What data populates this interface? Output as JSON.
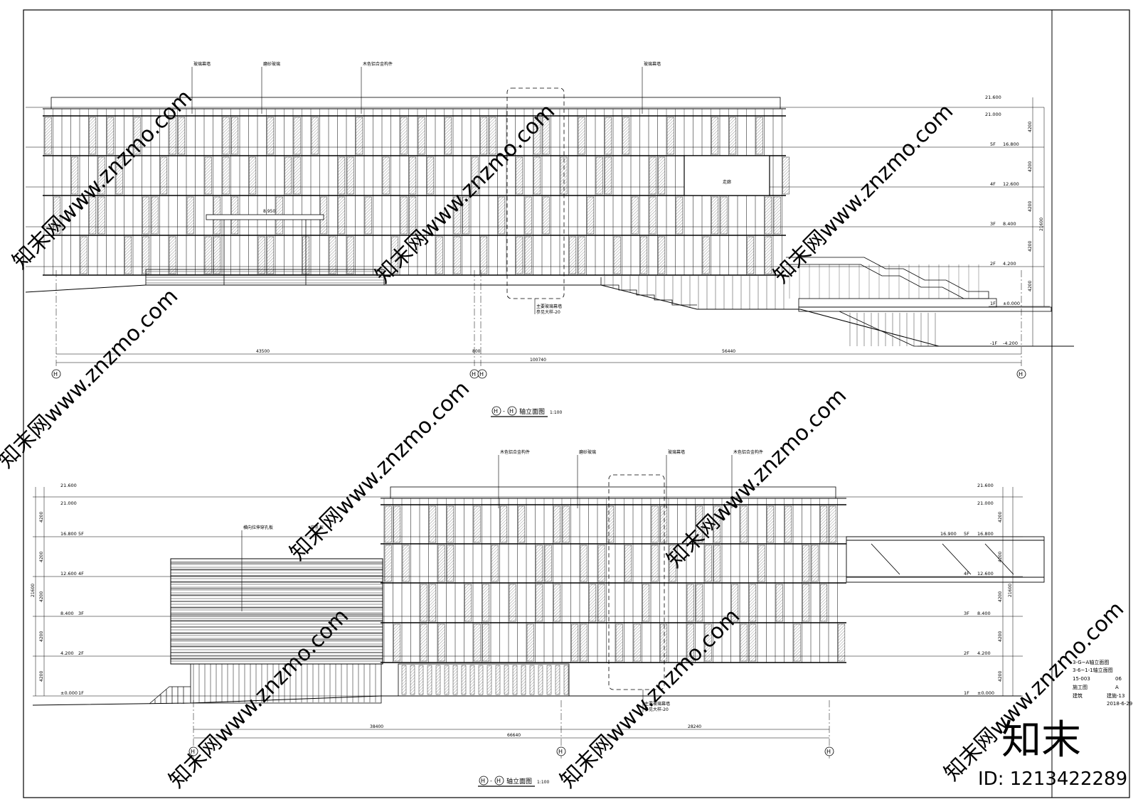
{
  "title_block": {
    "sheet_line1": "3-G~A轴立面图",
    "sheet_line2": "3-6~1-1轴立面图",
    "project_no": "15-003",
    "sheet_no": "06",
    "stage_label": "施工图",
    "revision": "A",
    "discipline": "建筑",
    "drawing_no": "建施-13",
    "date": "2018-6-29"
  },
  "watermark": {
    "brand_cn": "知末",
    "site_text": "知末网www.znzmo.com",
    "id_text": "ID: 1213422289"
  },
  "elevation_top": {
    "title": "轴立面图",
    "scale": "1:100",
    "axis_left": "H",
    "axis_right": "H",
    "material_labels": [
      "玻璃幕墙",
      "磨砂玻璃",
      "木色铝合金构件",
      "玻璃幕墙"
    ],
    "bottom_note_1": "主要玻璃幕墙",
    "bottom_note_2": "参见大样-20",
    "corridor_label": "走廊",
    "canopy_level": "8.950",
    "levels": [
      {
        "floor": "",
        "elev": "21.600"
      },
      {
        "floor": "",
        "elev": "21.000"
      },
      {
        "floor": "5F",
        "elev": "16.800"
      },
      {
        "floor": "4F",
        "elev": "12.600"
      },
      {
        "floor": "3F",
        "elev": "8.400"
      },
      {
        "floor": "2F",
        "elev": "4.200"
      },
      {
        "floor": "1F",
        "elev": "±0.000"
      },
      {
        "floor": "-1F",
        "elev": "-4.200"
      }
    ],
    "floor_heights": [
      "4200",
      "4200",
      "4200",
      "4200",
      "4200"
    ],
    "total_height": "21600",
    "dims_segments": [
      "43500",
      "800",
      "56440"
    ],
    "dim_total": "100740"
  },
  "elevation_bottom": {
    "title": "轴立面图",
    "scale": "1:100",
    "axis_left": "H",
    "axis_right": "H",
    "material_labels": [
      "木色铝合金构件",
      "磨砂玻璃",
      "玻璃幕墙",
      "木色铝合金构件"
    ],
    "side_labels": [
      "横向拉伸穿孔板",
      "穿孔板"
    ],
    "bottom_note_1": "主要玻璃幕墙",
    "bottom_note_2": "参见大样-20",
    "bridge_level": "16.900",
    "levels_left": [
      {
        "floor": "",
        "elev": "21.600"
      },
      {
        "floor": "",
        "elev": "21.000"
      },
      {
        "floor": "5F",
        "elev": "16.800"
      },
      {
        "floor": "4F",
        "elev": "12.600"
      },
      {
        "floor": "3F",
        "elev": "8.400"
      },
      {
        "floor": "2F",
        "elev": "4.200"
      },
      {
        "floor": "1F",
        "elev": "±0.000"
      }
    ],
    "levels_right": [
      {
        "floor": "",
        "elev": "21.600"
      },
      {
        "floor": "",
        "elev": "21.000"
      },
      {
        "floor": "5F",
        "elev": "16.800"
      },
      {
        "floor": "4F",
        "elev": "12.600"
      },
      {
        "floor": "3F",
        "elev": "8.400"
      },
      {
        "floor": "2F",
        "elev": "4.200"
      },
      {
        "floor": "1F",
        "elev": "±0.000"
      }
    ],
    "floor_heights": [
      "4200",
      "4200",
      "4200",
      "4200",
      "4200"
    ],
    "total_height": "21600",
    "dims_segments": [
      "38400",
      "28240"
    ],
    "dim_total": "66640"
  }
}
